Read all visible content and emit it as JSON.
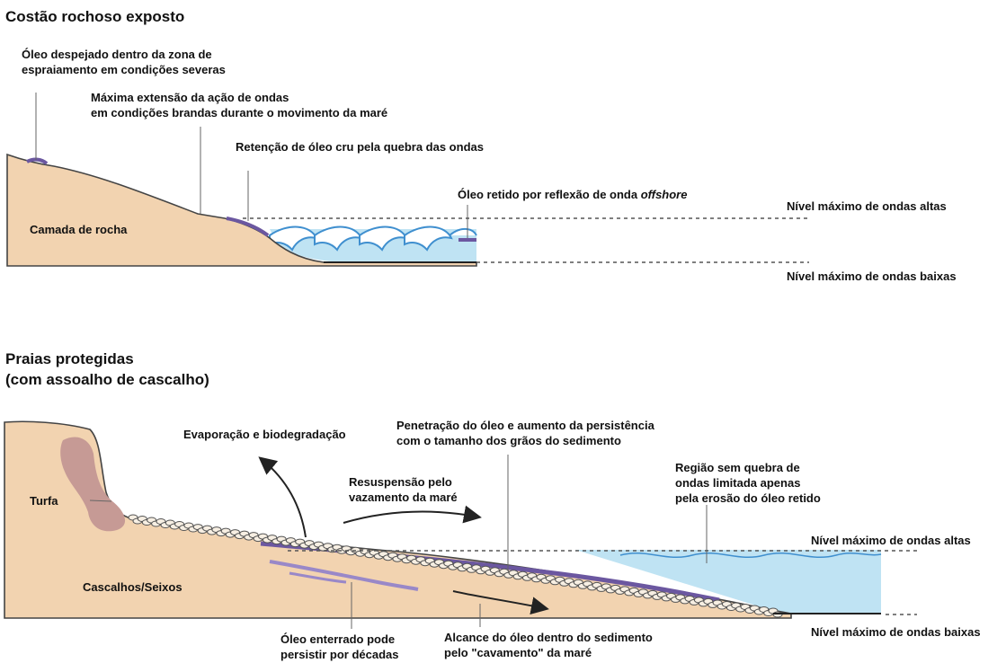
{
  "top": {
    "title": "Costão rochoso exposto",
    "label_splash_1": "Óleo despejado dentro da zona de",
    "label_splash_2": "espraiamento em condições severas",
    "label_max_wave_1": "Máxima extensão da ação de ondas",
    "label_max_wave_2": "em condições brandas durante o movimento da maré",
    "label_retention": "Retenção de óleo cru pela quebra das ondas",
    "label_offshore_pre": "Óleo retido por reflexão de onda ",
    "label_offshore_em": "offshore",
    "label_rock": "Camada de rocha",
    "label_high": "Nível máximo de ondas altas",
    "label_low": "Nível máximo de ondas baixas"
  },
  "bottom": {
    "title_1": "Praias protegidas",
    "title_2": "(com assoalho de cascalho)",
    "label_evap": "Evaporação e biodegradação",
    "label_penetration_1": "Penetração do óleo e aumento da persistência",
    "label_penetration_2": "com o tamanho dos grãos do sedimento",
    "label_resusp_1": "Resuspensão pelo",
    "label_resusp_2": "vazamento da maré",
    "label_region_1": "Região sem quebra de",
    "label_region_2": "ondas limitada apenas",
    "label_region_3": "pela erosão do óleo retido",
    "label_turfa": "Turfa",
    "label_gravel": "Cascalhos/Seixos",
    "label_high": "Nível máximo de ondas altas",
    "label_low": "Nível máximo de ondas baixas",
    "label_buried_1": "Óleo enterrado pode",
    "label_buried_2": "persistir por décadas",
    "label_reach_1": "Alcance do óleo dentro do sedimento",
    "label_reach_2": "pelo \"cavamento\" da maré"
  },
  "colors": {
    "sand": "#f2d3b0",
    "oil": "#6b57a0",
    "water": "#bfe3f3",
    "wave": "#3f8fcf",
    "peat": "#c69a95"
  }
}
